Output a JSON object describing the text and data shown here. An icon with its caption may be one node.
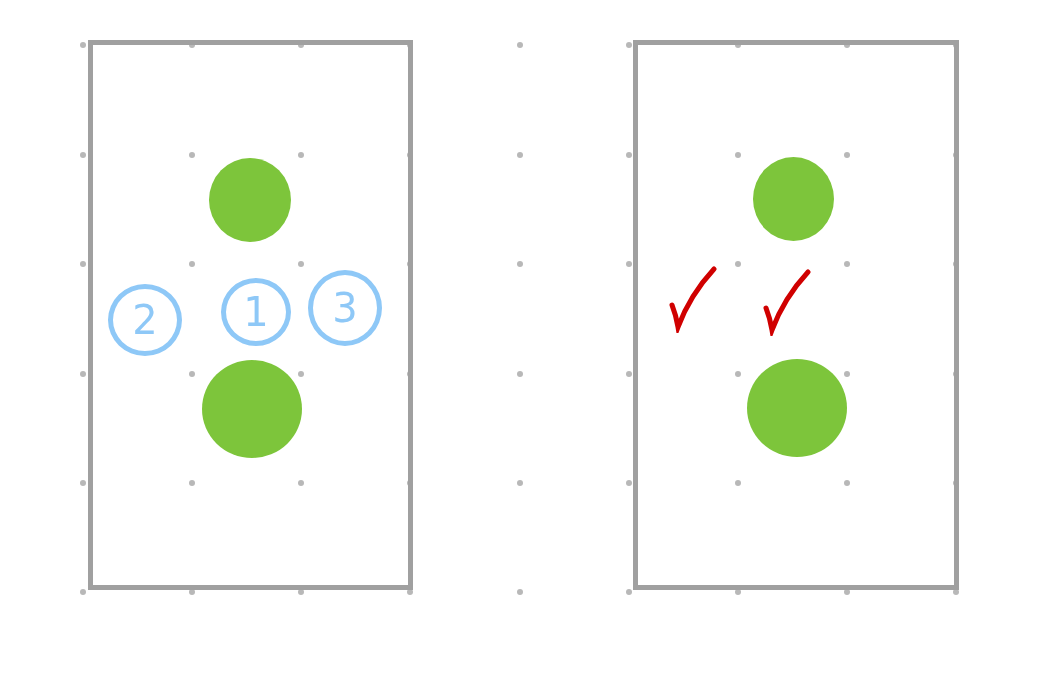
{
  "diagram": {
    "nodes": [
      {
        "text": [],
        "shape": "box"
      },
      {
        "text": [],
        "shape": "circle",
        "in": 0
      },
      {
        "text": [
          "2"
        ],
        "in": 0
      },
      {
        "text": [
          "1"
        ],
        "in": 0
      },
      {
        "text": [
          "3"
        ],
        "in": 0
      },
      {
        "text": [],
        "shape": "circle",
        "in": 0
      },
      {
        "text": [],
        "shape": "box"
      },
      {
        "text": [],
        "shape": "circle",
        "in": 6
      },
      {
        "text": [],
        "shape": "circle",
        "in": 6
      }
    ]
  }
}
